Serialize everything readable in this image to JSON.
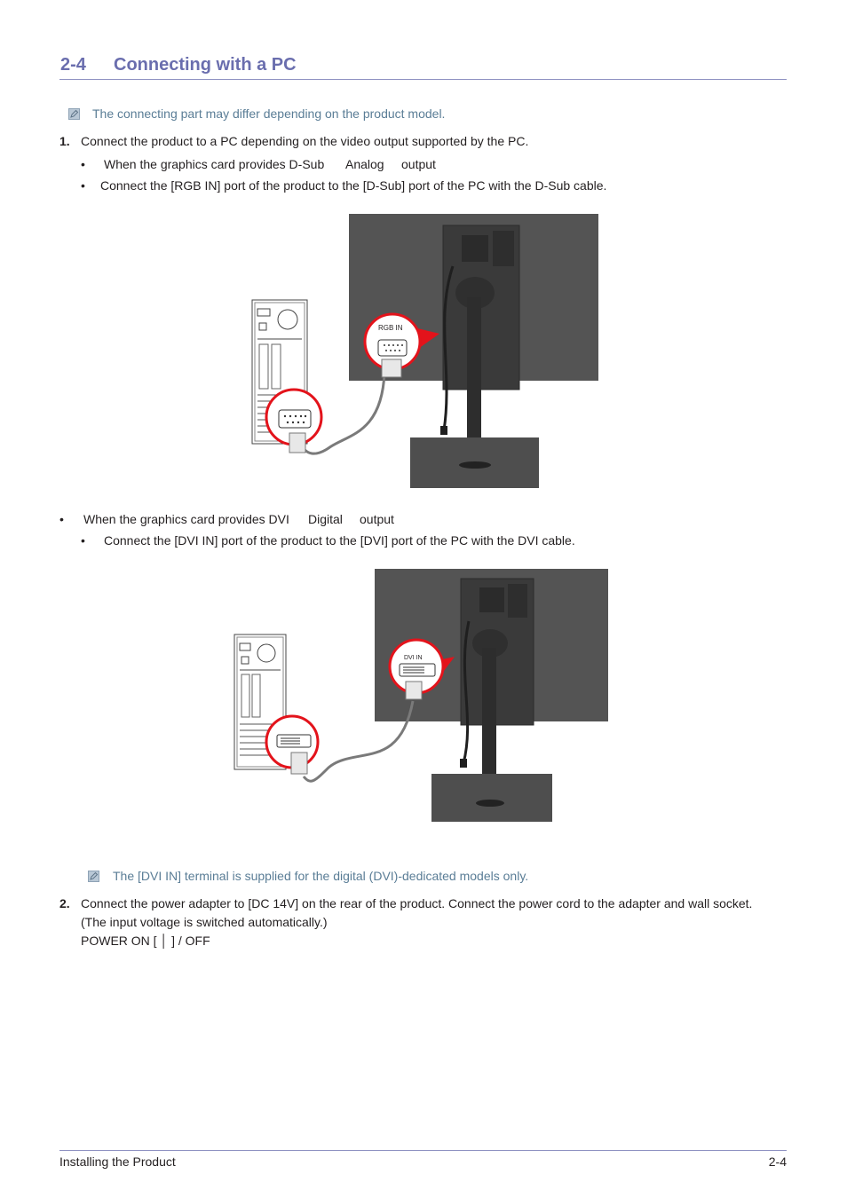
{
  "section": {
    "number": "2-4",
    "title": "Connecting with a PC"
  },
  "note1": "The connecting part may differ depending on the product model.",
  "step1": {
    "num": "1.",
    "text": "Connect the product to a PC depending on the video output supported by the PC.",
    "dsub": {
      "bullet": "•",
      "heading_a": "When the graphics card provides D-Sub",
      "heading_b": "Analog",
      "heading_c": "output",
      "instruction": "Connect the [RGB IN] port of the product to the [D-Sub] port of the PC with the D-Sub cable.",
      "port_label": "RGB IN"
    },
    "dvi": {
      "bullet": "•",
      "heading_a": "When the graphics card provides DVI",
      "heading_b": "Digital",
      "heading_c": "output",
      "instruction": "Connect the [DVI IN] port of the product to the [DVI] port of the PC with the DVI cable.",
      "port_label": "DVI IN"
    }
  },
  "note2": "The [DVI IN] terminal is supplied for the digital (DVI)-dedicated models only.",
  "step2": {
    "num": "2.",
    "line1": "Connect the power adapter to [DC 14V] on the rear of the product. Connect the power cord to the adapter and wall socket.",
    "line2": "(The input voltage is switched automatically.)",
    "line3": "POWER ON [ │ ] / OFF"
  },
  "footer": {
    "left": "Installing the Product",
    "right": "2-4"
  },
  "colors": {
    "heading": "#6a6eae",
    "note": "#5a7d96",
    "callout": "#e3131b",
    "monitor": "#545454"
  }
}
